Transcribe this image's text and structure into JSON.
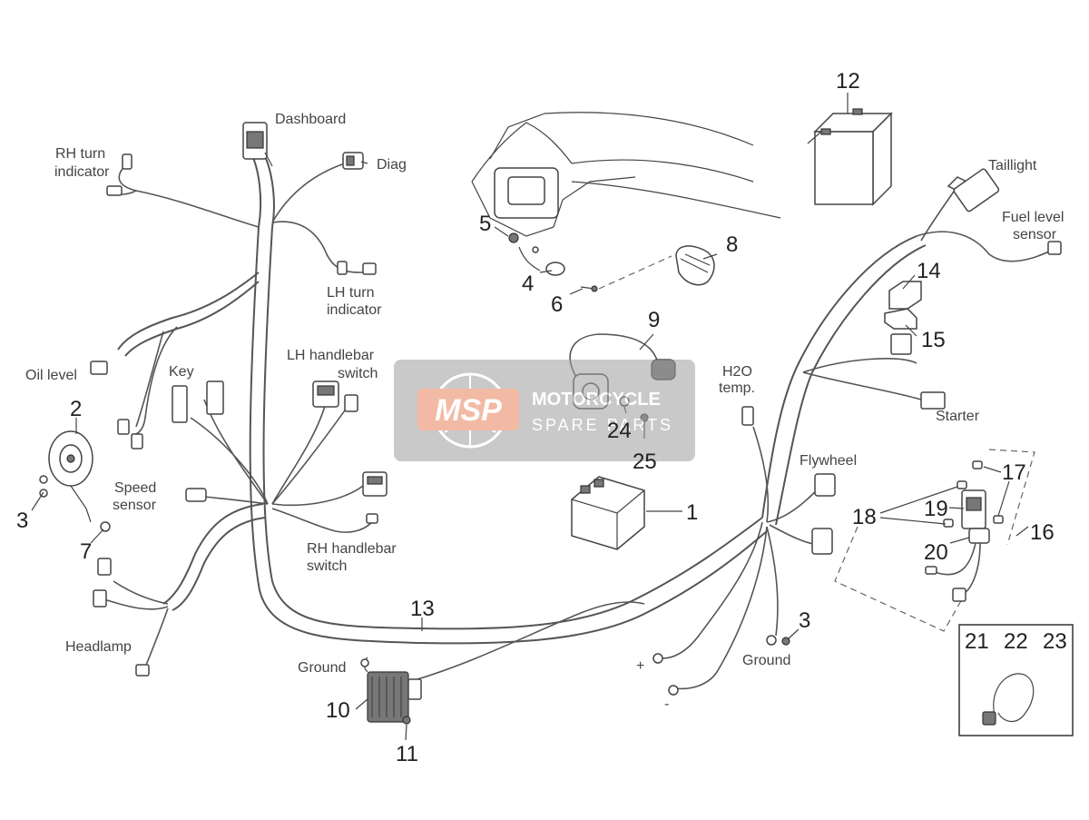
{
  "labels": {
    "dashboard": "Dashboard",
    "diag": "Diag",
    "rh_turn_1": "RH turn",
    "rh_turn_2": "indicator",
    "lh_turn_1": "LH turn",
    "lh_turn_2": "indicator",
    "oil_level": "Oil level",
    "key": "Key",
    "lh_switch_1": "LH handlebar",
    "lh_switch_2": "switch",
    "speed_1": "Speed",
    "speed_2": "sensor",
    "rh_switch_1": "RH handlebar",
    "rh_switch_2": "switch",
    "headlamp": "Headlamp",
    "ground_left": "Ground",
    "ground_right": "Ground",
    "taillight": "Taillight",
    "fuel_1": "Fuel level",
    "fuel_2": "sensor",
    "starter": "Starter",
    "h2o_1": "H2O",
    "h2o_2": "temp.",
    "flywheel": "Flywheel",
    "plus": "+",
    "minus": "-"
  },
  "callouts": {
    "n1": "1",
    "n2": "2",
    "n3a": "3",
    "n3b": "3",
    "n4": "4",
    "n5": "5",
    "n6": "6",
    "n7": "7",
    "n8": "8",
    "n9": "9",
    "n10": "10",
    "n11": "11",
    "n12": "12",
    "n13": "13",
    "n14": "14",
    "n15": "15",
    "n16": "16",
    "n17": "17",
    "n18": "18",
    "n19": "19",
    "n20": "20",
    "n21": "21",
    "n22": "22",
    "n23": "23",
    "n24": "24",
    "n25": "25"
  },
  "watermark": {
    "logo": "MSP",
    "line1": "MOTORCYCLE",
    "line2": "SPARE PARTS"
  },
  "colors": {
    "line": "#555555",
    "watermark_bg": "#9e9e9e",
    "watermark_logo": "#e8825a"
  }
}
